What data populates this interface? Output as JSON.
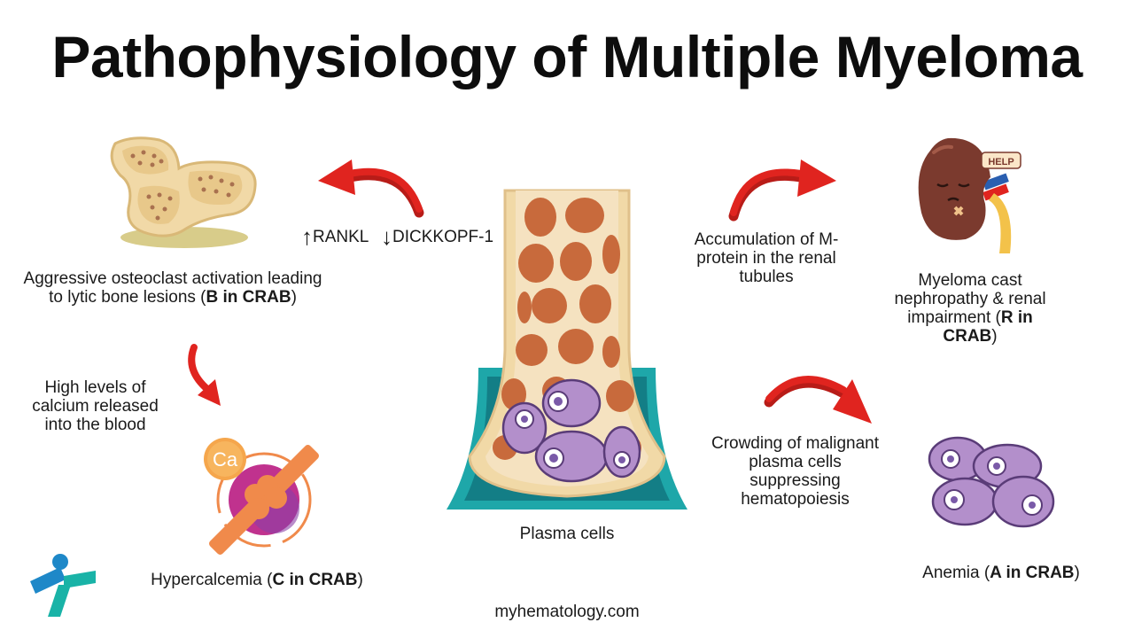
{
  "title": "Pathophysiology of Multiple Myeloma",
  "labels": {
    "bone_line1": "Aggressive osteoclast activation leading",
    "bone_line2_pre": "to lytic bone lesions (",
    "bone_line2_bold": "B in CRAB",
    "bone_line2_post": ")",
    "rankl": "RANKL",
    "dickkopf": "DICKKOPF-1",
    "calcium_line1": "High levels of",
    "calcium_line2": "calcium released",
    "calcium_line3": "into the blood",
    "ca_symbol": "Ca",
    "hyper_pre": "Hypercalcemia (",
    "hyper_bold": "C in CRAB",
    "hyper_post": ")",
    "plasma": "Plasma cells",
    "mprotein_line1": "Accumulation of M-",
    "mprotein_line2": "protein in the renal",
    "mprotein_line3": "tubules",
    "kidney_line1": "Myeloma cast",
    "kidney_line2": "nephropathy & renal",
    "kidney_line3_pre": "impairment (",
    "kidney_line3_bold": "R in",
    "kidney_line4_bold": "CRAB",
    "kidney_line4_post": ")",
    "help": "HELP",
    "crowding_line1": "Crowding of malignant",
    "crowding_line2": "plasma cells",
    "crowding_line3": "suppressing",
    "crowding_line4": "hematopoiesis",
    "anemia_pre": "Anemia (",
    "anemia_bold": "A in CRAB",
    "anemia_post": ")",
    "website": "myhematology.com"
  },
  "colors": {
    "arrow_red": "#e0241f",
    "bone_tan": "#f1d9a7",
    "marrow_orange": "#c86a3c",
    "teal": "#1ea7a9",
    "cell_purple": "#b38fcb",
    "kidney_brown": "#7b3a2e",
    "calcium_magenta": "#c0328e",
    "bar_orange": "#f08a4b"
  },
  "icons": [
    "bone-icon",
    "kidney-icon",
    "bone-marrow-icon",
    "calcium-icon",
    "red-cells-icon",
    "logo-icon",
    "curved-arrow-icon"
  ]
}
